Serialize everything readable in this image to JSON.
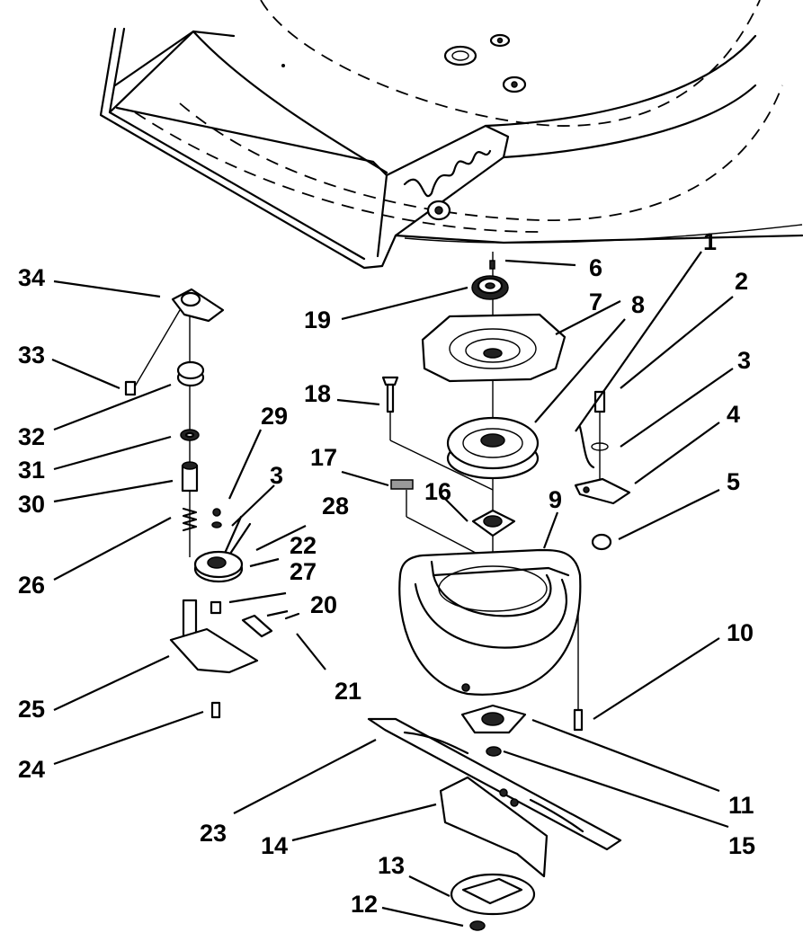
{
  "callouts": [
    {
      "id": "1",
      "label": "1"
    },
    {
      "id": "2",
      "label": "2"
    },
    {
      "id": "3a",
      "label": "3"
    },
    {
      "id": "3b",
      "label": "3"
    },
    {
      "id": "4",
      "label": "4"
    },
    {
      "id": "5",
      "label": "5"
    },
    {
      "id": "6",
      "label": "6"
    },
    {
      "id": "7",
      "label": "7"
    },
    {
      "id": "8",
      "label": "8"
    },
    {
      "id": "9",
      "label": "9"
    },
    {
      "id": "10",
      "label": "10"
    },
    {
      "id": "11",
      "label": "11"
    },
    {
      "id": "12",
      "label": "12"
    },
    {
      "id": "13",
      "label": "13"
    },
    {
      "id": "14",
      "label": "14"
    },
    {
      "id": "15",
      "label": "15"
    },
    {
      "id": "16",
      "label": "16"
    },
    {
      "id": "17",
      "label": "17"
    },
    {
      "id": "18",
      "label": "18"
    },
    {
      "id": "19",
      "label": "19"
    },
    {
      "id": "20",
      "label": "20"
    },
    {
      "id": "21",
      "label": "21"
    },
    {
      "id": "22",
      "label": "22"
    },
    {
      "id": "23",
      "label": "23"
    },
    {
      "id": "24",
      "label": "24"
    },
    {
      "id": "25",
      "label": "25"
    },
    {
      "id": "26",
      "label": "26"
    },
    {
      "id": "27",
      "label": "27"
    },
    {
      "id": "28",
      "label": "28"
    },
    {
      "id": "29",
      "label": "29"
    },
    {
      "id": "30",
      "label": "30"
    },
    {
      "id": "31",
      "label": "31"
    },
    {
      "id": "32",
      "label": "32"
    },
    {
      "id": "33",
      "label": "33"
    },
    {
      "id": "34",
      "label": "34"
    }
  ],
  "colors": {
    "ink": "#000000",
    "paper": "#ffffff",
    "shade": "#9a9a9a"
  }
}
